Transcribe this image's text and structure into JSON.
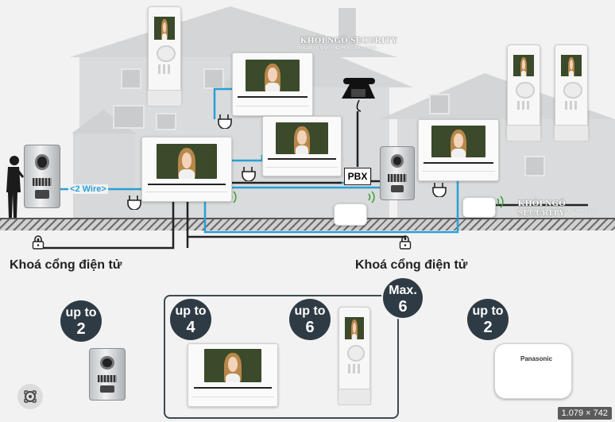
{
  "watermark": {
    "name": "KHÔI NGÔ SECURITY",
    "tagline": "CAMERA AN NINH - HỆ THỐNG BÁO ĐỘNG"
  },
  "wiring": {
    "two_wire_label": "2 Wire",
    "pbx_label": "PBX"
  },
  "locks": [
    {
      "label": "Khoá cổng điện tử"
    },
    {
      "label": "Khoá cổng điện tử"
    }
  ],
  "capacities": {
    "door_station": {
      "line1": "up to",
      "line2": "2"
    },
    "monitor": {
      "line1": "up to",
      "line2": "4"
    },
    "handset": {
      "line1": "up to",
      "line2": "6"
    },
    "combined_max": {
      "line1": "Max.",
      "line2": "6"
    },
    "repeater": {
      "line1": "up to",
      "line2": "2"
    }
  },
  "brand": "Panasonic",
  "viewer": {
    "resolution": "1.079 × 742"
  },
  "colors": {
    "wire_blue": "#2a9fd6",
    "wire_black": "#222222",
    "badge": "#2f3b44",
    "house": "#d9dbdc"
  }
}
